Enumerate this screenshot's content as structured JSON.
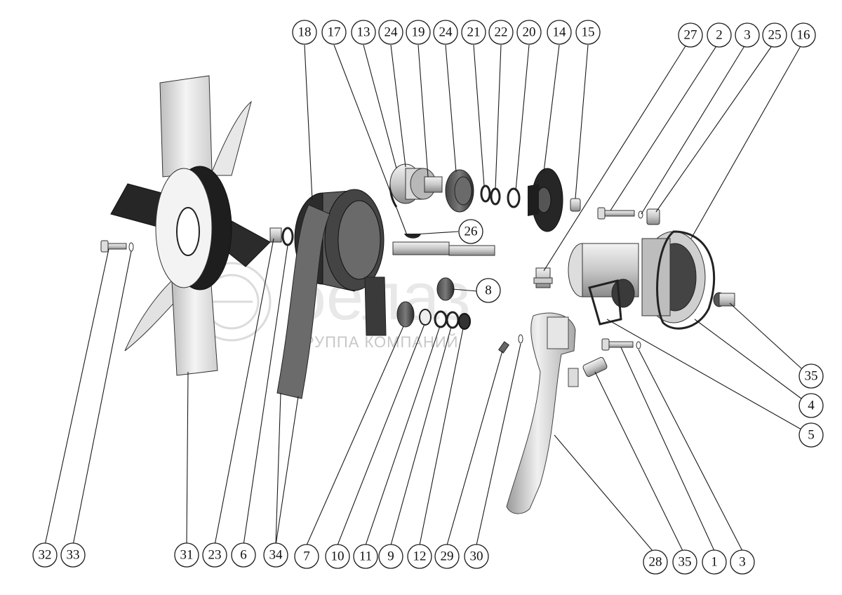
{
  "watermark": {
    "logo": "белаз",
    "caption": "ГРУППА КОМПАНИЙ"
  },
  "callouts": {
    "top": [
      "18",
      "17",
      "13",
      "24",
      "19",
      "24",
      "21",
      "22",
      "20",
      "14",
      "15"
    ],
    "top_right": [
      "27",
      "2",
      "3",
      "25",
      "16"
    ],
    "middle": [
      "26",
      "8"
    ],
    "right": [
      "35",
      "4",
      "5"
    ],
    "bottom": [
      "32",
      "33",
      "31",
      "23",
      "6",
      "34",
      "7",
      "10",
      "11",
      "9",
      "12",
      "29",
      "30",
      "28",
      "35",
      "1",
      "3"
    ]
  },
  "colors": {
    "line": "#1a1a1a",
    "part_light": "#e6e6e6",
    "part_dark": "#2a2a2a",
    "watermark": "#a0a0a0"
  }
}
